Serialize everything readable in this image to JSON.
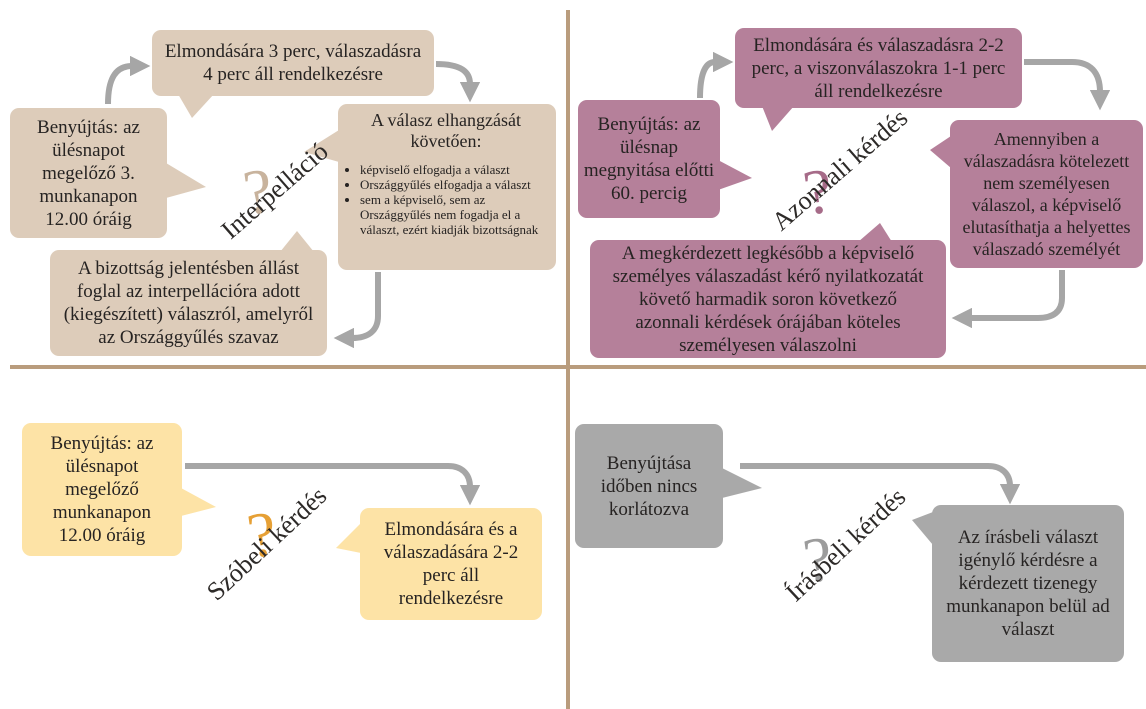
{
  "colors": {
    "divider": "#b99c7d",
    "arrow": "#a6a6a6",
    "interpellacio": "#ddccba",
    "azonnali": "#b5809a",
    "szobeli": "#fde3a6",
    "irasbeli": "#a9a9a9",
    "mark_interpellacio": "#c8b39d",
    "mark_azonnali": "#a66b88",
    "mark_szobeli": "#e6a035",
    "mark_irasbeli": "#9c9c9c"
  },
  "interpellacio": {
    "label": "Interpelláció",
    "mark": "?",
    "time": "Elmondására 3 perc, válaszadásra\n4 perc áll rendelkezésre",
    "submission": "Benyújtás: az\nülésnapot\nmegelőző 3.\nmunkanapon\n12.00 óráig",
    "after": {
      "title": "A válasz elhangzását\nkövetően:",
      "items": [
        "képviselő elfogadja a választ",
        "Országgyűlés elfogadja a választ",
        "sem a képviselő, sem az Országgyűlés nem fogadja el a választ, ezért kiadják bizottságnak"
      ]
    },
    "committee": "A bizottság jelentésben állást\nfoglal az interpellációra adott\n(kiegészített) válaszról, amelyről\naz Országgyűlés szavaz"
  },
  "azonnali": {
    "label": "Azonnali kérdés",
    "mark": "?",
    "time": "Elmondására és válaszadásra 2-2\nperc, a viszonválaszokra 1-1 perc\náll rendelkezésre",
    "submission": "Benyújtás: az\nülésnap\nmegnyitása előtti\n60. percig",
    "substitute": "Amennyiben a\nválaszadásra kötelezett\nnem személyesen\nválaszol, a képviselő\nelutasíthatja a helyettes\nválaszadó személyét",
    "personal": "A megkérdezett legkésőbb a képviselő\nszemélyes válaszadást kérő nyilatkozatát\nkövető harmadik soron következő\nazonnali kérdések órájában köteles\nszemélyesen válaszolni"
  },
  "szobeli": {
    "label": "Szóbeli kérdés",
    "mark": "?",
    "submission": "Benyújtás: az\nülésnapot\nmegelőző\nmunkanapon\n12.00 óráig",
    "time": "Elmondására és a\nválaszadására 2-2\nperc áll\nrendelkezésre"
  },
  "irasbeli": {
    "label": "Írásbeli kérdés",
    "mark": "?",
    "submission": "Benyújtása\nidőben nincs\nkorlátozva",
    "answer": "Az írásbeli választ\nigénylő kérdésre a\nkérdezett tizenegy\nmunkanapon belül ad\nválaszt"
  }
}
